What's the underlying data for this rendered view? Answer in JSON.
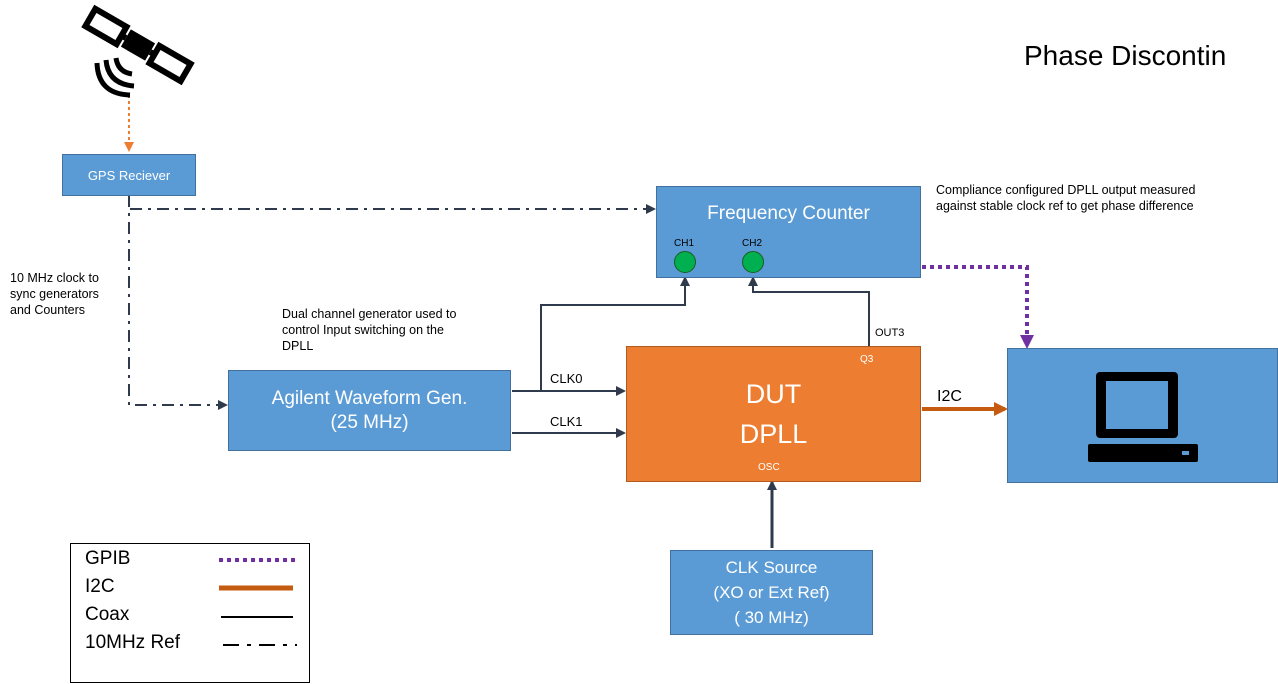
{
  "title": "Phase Discontin",
  "gps_receiver": {
    "label": "GPS Reciever"
  },
  "freq_counter": {
    "label": "Frequency Counter",
    "ch1": "CH1",
    "ch2": "CH2"
  },
  "compliance_note": "Compliance configured DPLL output measured against stable clock ref to get phase difference",
  "clock_note": "10 MHz clock to sync generators and Counters",
  "generator_note": "Dual channel generator used to control Input switching on the DPLL",
  "waveform_gen": {
    "line1": "Agilent Waveform Gen.",
    "line2": "(25 MHz)"
  },
  "dut": {
    "line1": "DUT",
    "line2": "DPLL",
    "q3": "Q3",
    "osc": "OSC"
  },
  "wire_labels": {
    "clk0": "CLK0",
    "clk1": "CLK1",
    "out3": "OUT3",
    "i2c": "I2C"
  },
  "clk_source": {
    "line1": "CLK Source",
    "line2": "(XO or Ext Ref)",
    "line3": "( 30 MHz)"
  },
  "legend": {
    "gpib": "GPIB",
    "i2c": "I2C",
    "coax": "Coax",
    "ref": "10MHz Ref"
  },
  "colors": {
    "box_blue": "#5b9bd5",
    "dut_orange": "#ed7d31",
    "gpib_purple": "#7030a0",
    "i2c_orange": "#c55a11",
    "wire_dark": "#2f3b4c",
    "gps_dot_orange": "#ed7d31"
  },
  "icons": {
    "satellite": "satellite-icon",
    "computer": "computer-monitor-icon"
  }
}
